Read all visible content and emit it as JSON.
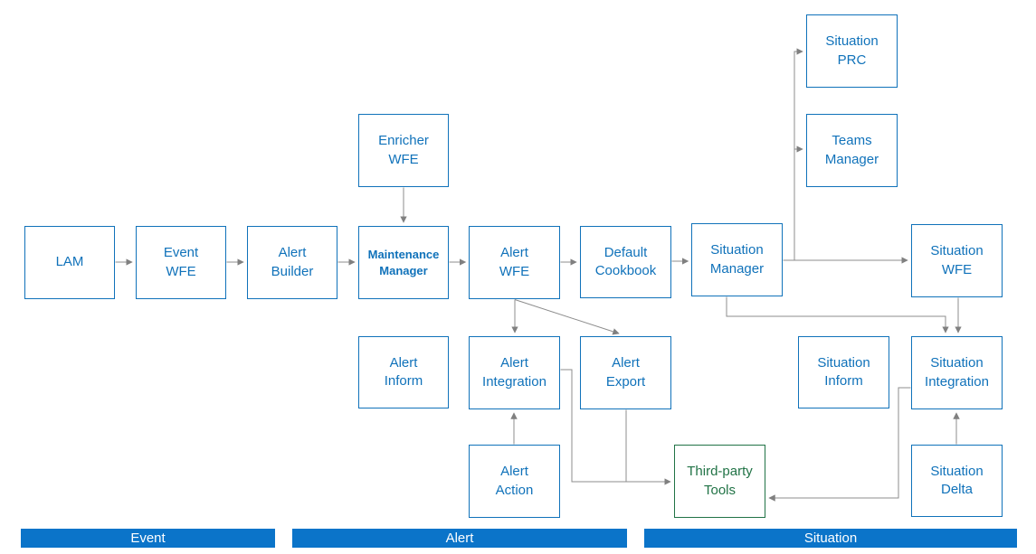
{
  "diagram": {
    "nodes": {
      "lam": {
        "label": "LAM"
      },
      "event_wfe": {
        "label": "Event\nWFE"
      },
      "alert_builder": {
        "label": "Alert\nBuilder"
      },
      "enricher_wfe": {
        "label": "Enricher\nWFE"
      },
      "maintenance_manager": {
        "label": "Maintenance\nManager"
      },
      "alert_wfe": {
        "label": "Alert\nWFE"
      },
      "default_cookbook": {
        "label": "Default\nCookbook"
      },
      "situation_manager": {
        "label": "Situation\nManager"
      },
      "situation_prc": {
        "label": "Situation\nPRC"
      },
      "teams_manager": {
        "label": "Teams\nManager"
      },
      "situation_wfe": {
        "label": "Situation\nWFE"
      },
      "alert_inform": {
        "label": "Alert\nInform"
      },
      "alert_integration": {
        "label": "Alert\nIntegration"
      },
      "alert_export": {
        "label": "Alert\nExport"
      },
      "situation_inform": {
        "label": "Situation\nInform"
      },
      "situation_integration": {
        "label": "Situation\nIntegration"
      },
      "alert_action": {
        "label": "Alert\nAction"
      },
      "third_party_tools": {
        "label": "Third-party\nTools"
      },
      "situation_delta": {
        "label": "Situation\nDelta"
      }
    },
    "lanes": {
      "event": {
        "label": "Event"
      },
      "alert": {
        "label": "Alert"
      },
      "situation": {
        "label": "Situation"
      }
    },
    "colors": {
      "node_blue": "#1072BA",
      "third_party_green": "#217346",
      "lane_bar_blue": "#0B74C9",
      "connector_gray": "#8C8C8C",
      "arrowhead_gray": "#808080",
      "background": "#FFFFFF"
    }
  }
}
